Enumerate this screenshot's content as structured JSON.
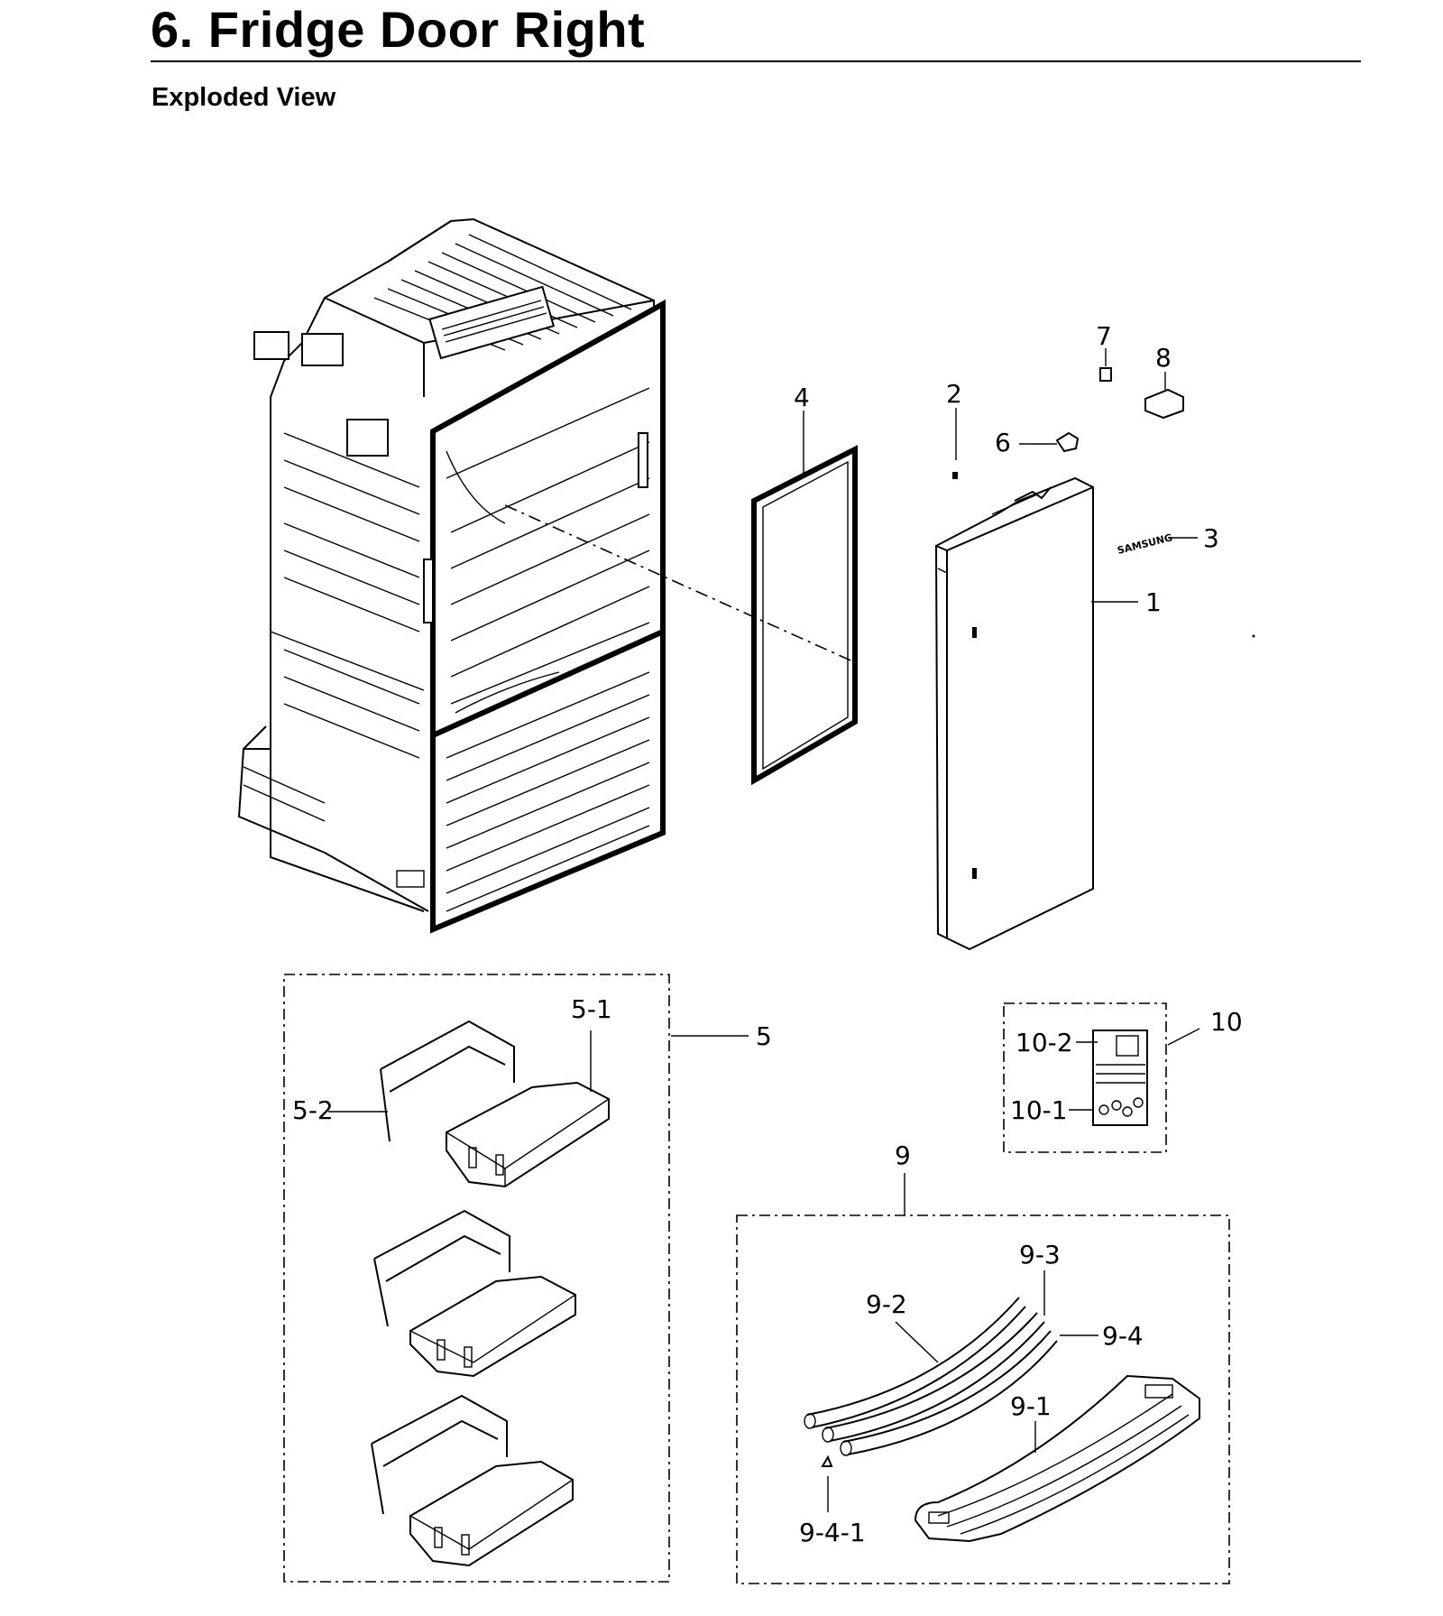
{
  "header": {
    "title": "6.  Fridge Door Right",
    "subtitle": "Exploded View"
  },
  "callouts": {
    "c1": "1",
    "c2": "2",
    "c3": "3",
    "c4": "4",
    "c5": "5",
    "c5_1": "5-1",
    "c5_2": "5-2",
    "c6": "6",
    "c7": "7",
    "c8": "8",
    "c9": "9",
    "c9_1": "9-1",
    "c9_2": "9-2",
    "c9_3": "9-3",
    "c9_4": "9-4",
    "c9_4_1": "9-4-1",
    "c10": "10",
    "c10_1": "10-1",
    "c10_2": "10-2"
  },
  "logo_text": "SAMSUNG"
}
